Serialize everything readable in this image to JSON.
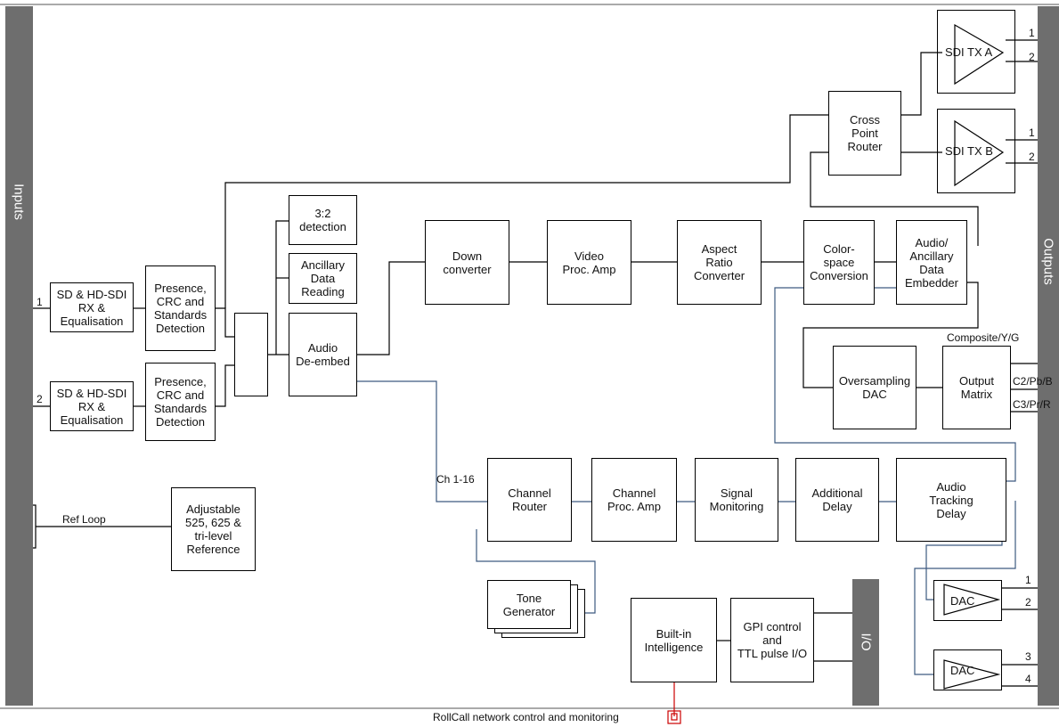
{
  "side_labels": {
    "inputs": "Inputs",
    "outputs": "Outputs",
    "io": "I/O"
  },
  "blocks": {
    "rx1": "SD & HD-SDI\nRX &\nEqualisation",
    "rx2": "SD & HD-SDI\nRX &\nEqualisation",
    "detect1": "Presence,\nCRC and\nStandards\nDetection",
    "detect2": "Presence,\nCRC and\nStandards\nDetection",
    "detect32": "3:2\ndetection",
    "anc_read": "Ancillary\nData\nReading",
    "audio_deembed": "Audio\nDe-embed",
    "down_conv": "Down\nconverter",
    "video_proc": "Video\nProc. Amp",
    "aspect": "Aspect\nRatio\nConverter",
    "colorspace": "Color-\nspace\nConversion",
    "embedder": "Audio/\nAncillary\nData\nEmbedder",
    "crosspoint": "Cross\nPoint\nRouter",
    "sdi_tx_a": "SDI TX A",
    "sdi_tx_b": "SDI TX B",
    "oversampling_dac": "Oversampling\nDAC",
    "output_matrix": "Output\nMatrix",
    "channel_router": "Channel\nRouter",
    "channel_proc": "Channel\nProc. Amp",
    "signal_mon": "Signal\nMonitoring",
    "add_delay": "Additional\nDelay",
    "audio_track": "Audio\nTracking\nDelay",
    "tone_gen": "Tone\nGenerator",
    "intelligence": "Built-in\nIntelligence",
    "gpi": "GPI control\nand\nTTL pulse I/O",
    "ref": "Adjustable\n525, 625 &\ntri-level\nReference",
    "dac": "DAC"
  },
  "labels": {
    "in1": "1",
    "in2": "2",
    "ref_loop": "Ref Loop",
    "ch_range": "Ch 1-16",
    "composite": "Composite/Y/G",
    "c2": "C2/Pb/B",
    "c3": "C3/Pr/R",
    "txa_1": "1",
    "txa_2": "2",
    "txb_1": "1",
    "txb_2": "2",
    "dac_1": "1",
    "dac_2": "2",
    "dac_3": "3",
    "dac_4": "4"
  },
  "footer": "RollCall network control and monitoring",
  "colors": {
    "bar": "#6e6e6e",
    "audio_path": "#3d5a80",
    "network": "#cc0000"
  }
}
